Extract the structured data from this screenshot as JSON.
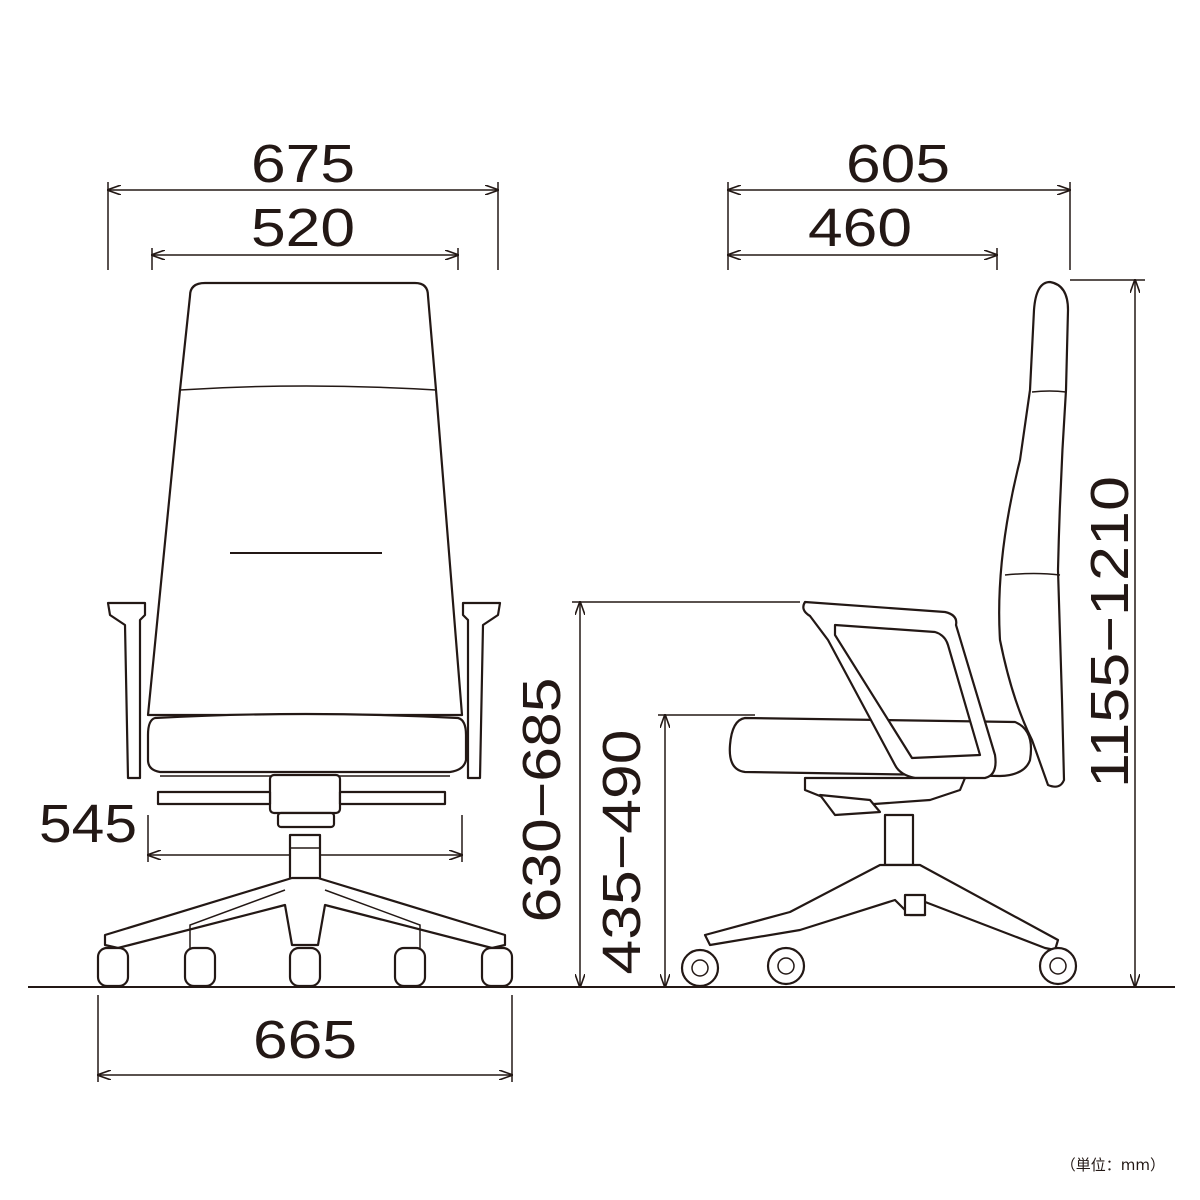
{
  "front_view": {
    "overall_width": "675",
    "back_width": "520",
    "armrest_inner_width": "545",
    "base_width": "665"
  },
  "side_view": {
    "overall_depth": "605",
    "seat_depth": "460",
    "total_height": "1155−1210",
    "arm_height": "630−685",
    "seat_height": "435−490"
  },
  "unit_label": "（単位：mm）"
}
